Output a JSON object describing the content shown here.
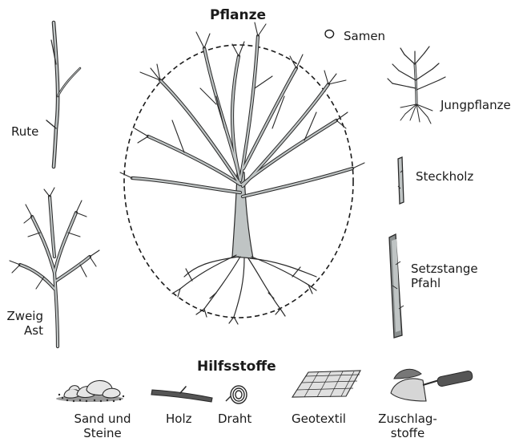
{
  "headings": {
    "plant": "Pflanze",
    "aids": "Hilfsstoffe"
  },
  "labels": {
    "samen": "Samen",
    "rute": "Rute",
    "jungpflanze": "Jungpflanze",
    "steckholz": "Steckholz",
    "setzstange_1": "Setzstange",
    "setzstange_2": "Pfahl",
    "zweig_1": "Zweig",
    "zweig_2": "Ast",
    "sand_1": "Sand und",
    "sand_2": "Steine",
    "holz": "Holz",
    "draht": "Draht",
    "geotextil": "Geotextil",
    "zuschlag_1": "Zuschlag-",
    "zuschlag_2": "stoffe"
  },
  "colors": {
    "branch_fill": "#bfc4c4",
    "outline": "#2a2a2a",
    "stone_fill": "#e6e6e6",
    "dark_fill": "#555555"
  }
}
